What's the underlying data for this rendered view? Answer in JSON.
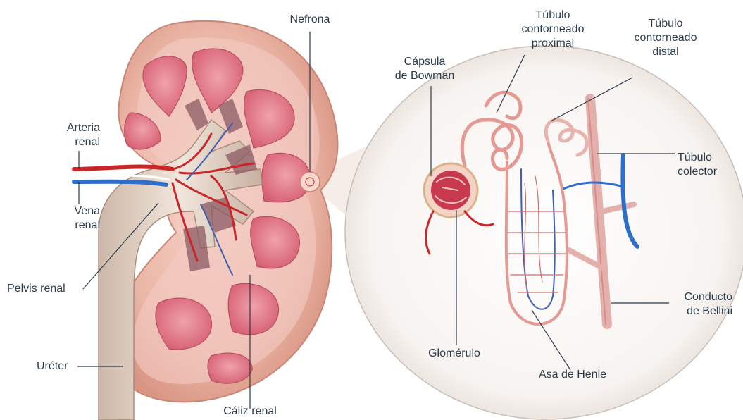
{
  "labels": {
    "nefrona": "Nefrona",
    "arteria_renal": [
      "Arteria",
      "renal"
    ],
    "vena_renal": [
      "Vena",
      "renal"
    ],
    "pelvis_renal": "Pelvis renal",
    "ureter": "Uréter",
    "caliz_renal": "Cáliz renal",
    "capsula_bowman": [
      "Cápsula",
      "de Bowman"
    ],
    "tubulo_proximal": [
      "Túbulo",
      "contorneado",
      "proximal"
    ],
    "tubulo_distal": [
      "Túbulo",
      "contorneado",
      "distal"
    ],
    "tubulo_colector": [
      "Túbulo",
      "colector"
    ],
    "conducto_bellini": [
      "Conducto",
      "de Bellini"
    ],
    "glomerulo": "Glomérulo",
    "asa_henle": "Asa de Henle"
  },
  "colors": {
    "kidney_capsule": "#e6b6a6",
    "cortex": "#f2c7c2",
    "pyramid": "#e06d80",
    "pelvis": "#e9dcd0",
    "artery": "#c9262a",
    "vein": "#2e6ec9",
    "tubule": "#e49a92",
    "collector": "#d68e8a",
    "label_text": "#2a3b4c",
    "leader_line": "#2a3b4c"
  }
}
